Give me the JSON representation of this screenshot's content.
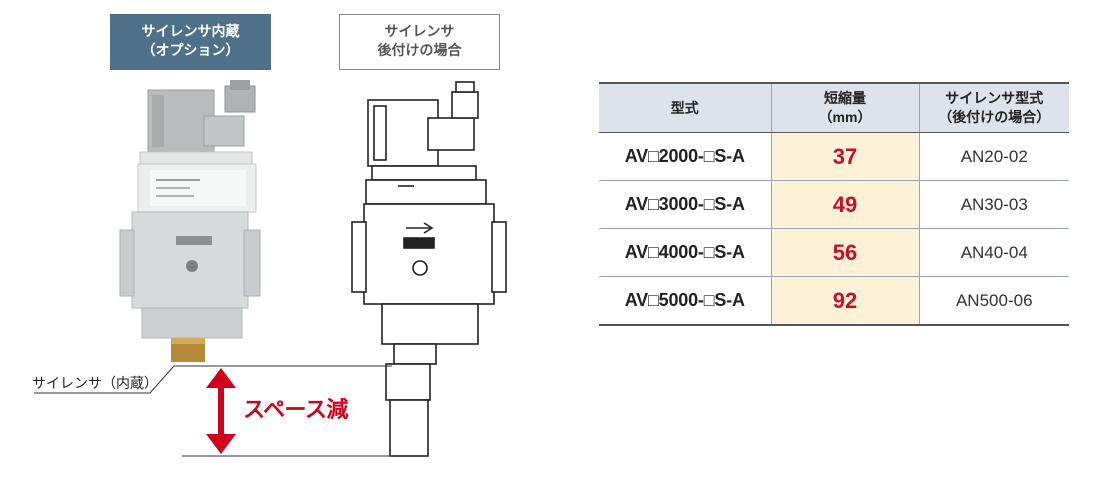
{
  "labels": {
    "builtin_line1": "サイレンサ内蔵",
    "builtin_line2": "（オプション）",
    "retrofit_line1": "サイレンサ",
    "retrofit_line2": "後付けの場合"
  },
  "drawing": {
    "silencer_label": "サイレンサ（内蔵）",
    "space_reduction_label": "スペース減"
  },
  "table": {
    "headers": {
      "model": "型式",
      "reduction_line1": "短縮量",
      "reduction_line2": "（mm）",
      "silencer_line1": "サイレンサ型式",
      "silencer_line2": "（後付けの場合）"
    },
    "rows": [
      {
        "model": "AV□2000-□S-A",
        "reduction": "37",
        "silencer": "AN20-02"
      },
      {
        "model": "AV□3000-□S-A",
        "reduction": "49",
        "silencer": "AN30-03"
      },
      {
        "model": "AV□4000-□S-A",
        "reduction": "56",
        "silencer": "AN40-04"
      },
      {
        "model": "AV□5000-□S-A",
        "reduction": "92",
        "silencer": "AN500-06"
      }
    ]
  },
  "colors": {
    "label_blue": "#4e7189",
    "accent_red": "#d0021b",
    "highlight_cell": "#fdf1d8",
    "header_bg": "#dde3ea"
  }
}
